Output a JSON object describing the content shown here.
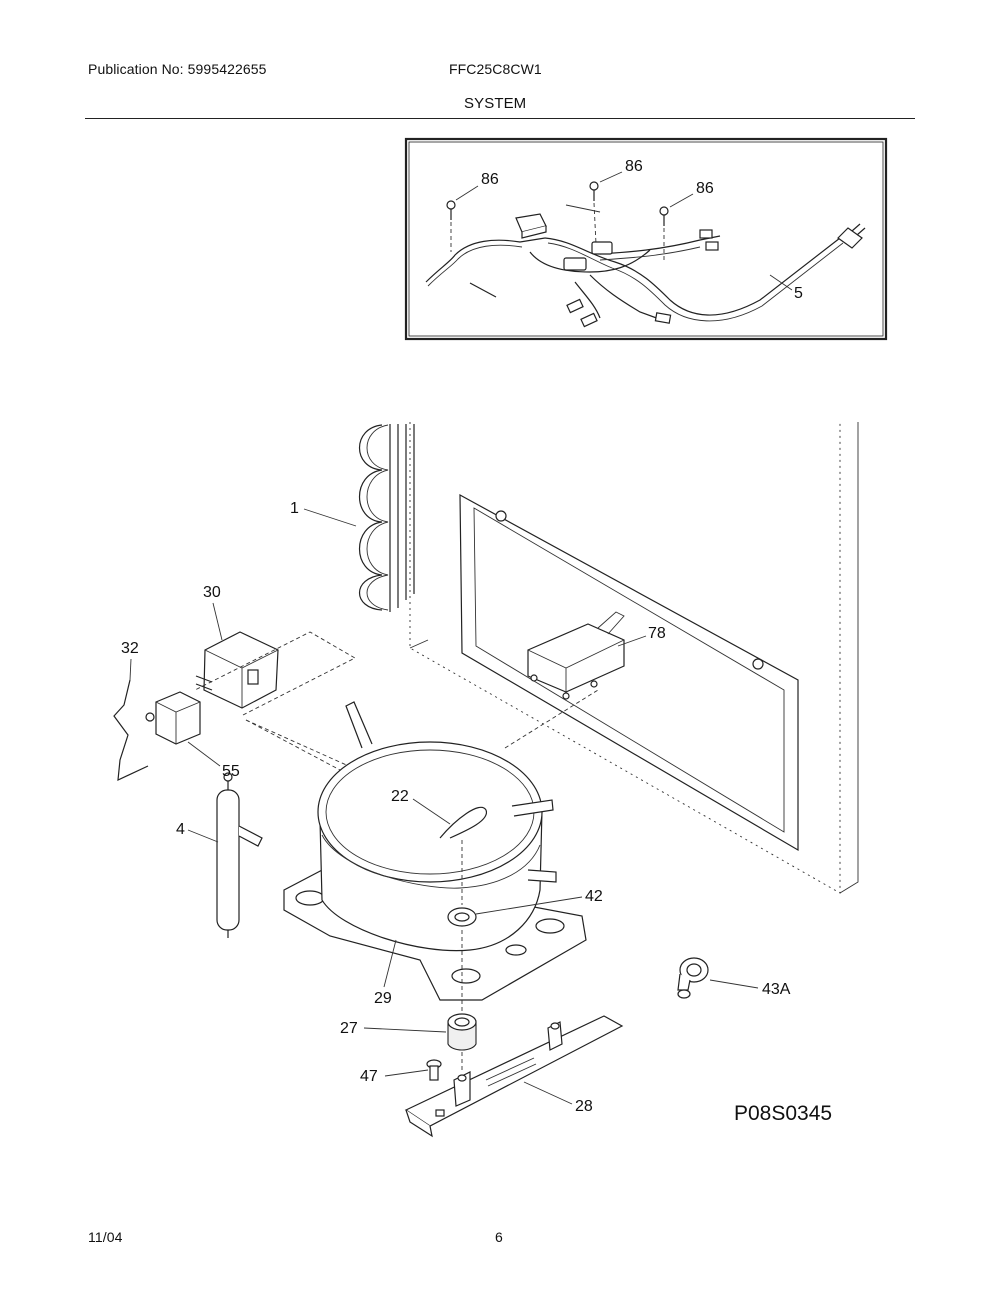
{
  "header": {
    "publication": "Publication No: 5995422655",
    "model": "FFC25C8CW1",
    "section": "SYSTEM"
  },
  "footer": {
    "date": "11/04",
    "page": "6"
  },
  "diagram": {
    "figure_code": "P08S0345",
    "inset_labels": [
      "86",
      "86",
      "86",
      "5"
    ],
    "part_labels": {
      "p1": "1",
      "p30": "30",
      "p32": "32",
      "p55": "55",
      "p78": "78",
      "p22": "22",
      "p4": "4",
      "p42": "42",
      "p29": "29",
      "p43a": "43A",
      "p27": "27",
      "p47": "47",
      "p28": "28"
    }
  }
}
